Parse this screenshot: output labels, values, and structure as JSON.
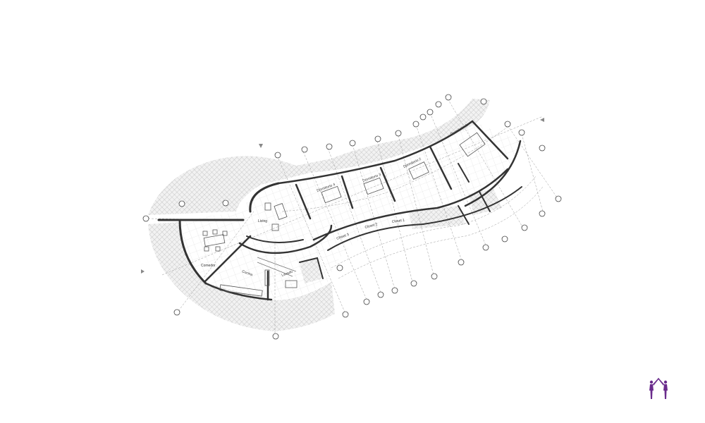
{
  "plan": {
    "rooms": {
      "living": "Living",
      "comedor": "Comedor",
      "cocina": "Cocina",
      "lavado": "Lavado",
      "dorm4": "Dormitorio 4",
      "dorm3": "Dormitorio 3",
      "dorm2": "Dormitorio 2",
      "dorm1": "Dormitorio 1",
      "closet1": "Closet 1",
      "closet2": "Closet 2",
      "closet3": "Closet 3"
    }
  },
  "colors": {
    "wall": "#333333",
    "hatch": "#bdbdbd",
    "logo": "#6a2c8c"
  }
}
